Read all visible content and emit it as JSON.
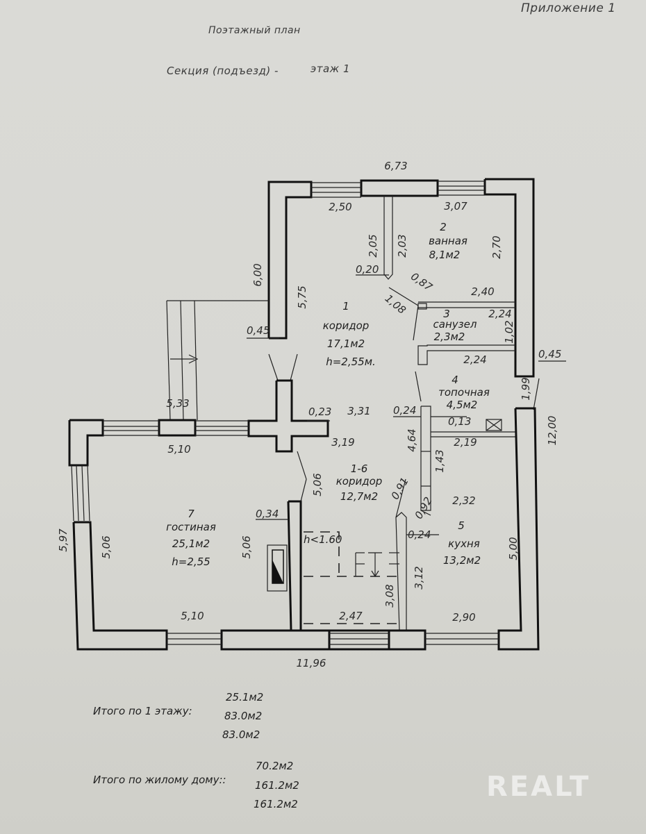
{
  "header": {
    "appendix": "Приложение 1",
    "title": "Поэтажный план",
    "section": "Секция (подъезд) -",
    "floor": "этаж 1"
  },
  "rooms": [
    {
      "number": "1",
      "name": "коридор",
      "area": "17,1м2",
      "height": "h=2,55м."
    },
    {
      "number": "2",
      "name": "ванная",
      "area": "8,1м2"
    },
    {
      "number": "3",
      "name": "санузел",
      "area": "2,3м2"
    },
    {
      "number": "4",
      "name": "топочная",
      "area": "4,5м2"
    },
    {
      "number": "1-6",
      "name": "коридор",
      "area": "12,7м2"
    },
    {
      "number": "5",
      "name": "кухня",
      "area": "13,2м2"
    },
    {
      "number": "7",
      "name": "гостиная",
      "area": "25,1м2",
      "height": "h=2,55"
    }
  ],
  "annotations": {
    "low_ceiling": "h<1.60"
  },
  "dimensions": {
    "top_overall": "6,73",
    "corridor_top": "2,50",
    "bath_top": "3,07",
    "partition_left": "2,05",
    "partition_right": "2,03",
    "partition_thick": "0,20",
    "bath_right": "2,70",
    "diag_087": "0,87",
    "diag_108": "1,08",
    "wc_top": "2,40",
    "wc_inner_top": "2,24",
    "wc_side": "1,02",
    "wc_bottom": "2,24",
    "right_wall_thick": "0,45",
    "left_upper_height": "6,00",
    "corridor_left": "5,75",
    "left_wall_thick": "0,45",
    "porch_width": "5,33",
    "wall_023": "0,23",
    "corridor_331": "3,31",
    "wall_024_top": "0,24",
    "corridor_319": "3,19",
    "furnace_199": "1,99",
    "furnace_013": "0,13",
    "furnace_219": "2,19",
    "corridor_464": "4,64",
    "kitchen_143": "1,43",
    "right_overall": "12,00",
    "living_top": "5,10",
    "living_right_506": "5,06",
    "corridor_506": "5,06",
    "diag_091": "0,91",
    "diag_092": "0,92",
    "kitchen_232": "2,32",
    "wall_034": "0,34",
    "wall_024_kitchen": "0,24",
    "living_left": "5,06",
    "left_overall": "5,97",
    "kitchen_right": "5,00",
    "stair_308": "3,08",
    "kitchen_312": "3,12",
    "living_bottom": "5,10",
    "corridor_bottom": "2,47",
    "kitchen_bottom": "2,90",
    "bottom_overall": "11,96"
  },
  "totals": {
    "floor_caption": "Итого по 1 этажу:",
    "floor_values": [
      "25.1м2",
      "83.0м2",
      "83.0м2"
    ],
    "house_caption": "Итого по жилому дому::",
    "house_values": [
      "70.2м2",
      "161.2м2",
      "161.2м2"
    ]
  },
  "watermark": "REALT"
}
